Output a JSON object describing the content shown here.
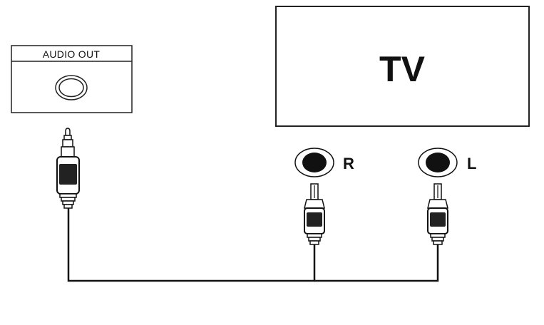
{
  "source_device": {
    "port_label": "AUDIO OUT"
  },
  "tv": {
    "label": "TV"
  },
  "channels": {
    "right": "R",
    "left": "L"
  }
}
